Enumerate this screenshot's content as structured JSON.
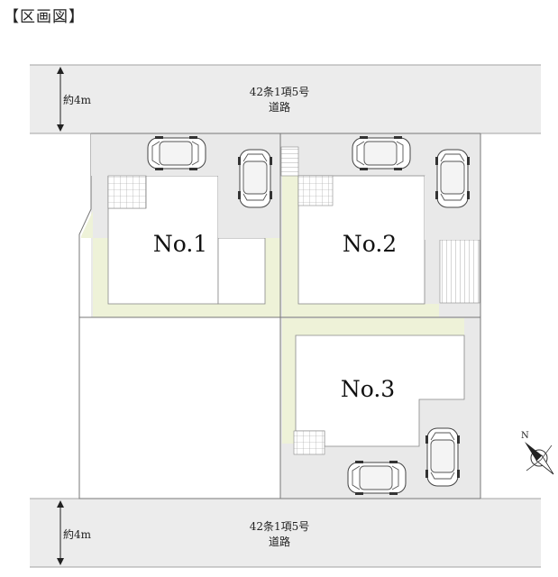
{
  "heading": "【区画図】",
  "road_top": {
    "width_label": "約4m",
    "type_line1": "42条1項5号",
    "type_line2": "道路"
  },
  "road_bottom": {
    "width_label": "約4m",
    "type_line1": "42条1項5号",
    "type_line2": "道路"
  },
  "lots": [
    {
      "label": "No.1"
    },
    {
      "label": "No.2"
    },
    {
      "label": "No.3"
    }
  ],
  "compass": {
    "label": "N"
  },
  "colors": {
    "road": "#ececec",
    "parking": "#e9e9e9",
    "garden": "#eef2d8",
    "house": "#ffffff",
    "line": "#777777"
  },
  "icons": [
    "car-icon",
    "stairs-icon",
    "compass-icon"
  ]
}
